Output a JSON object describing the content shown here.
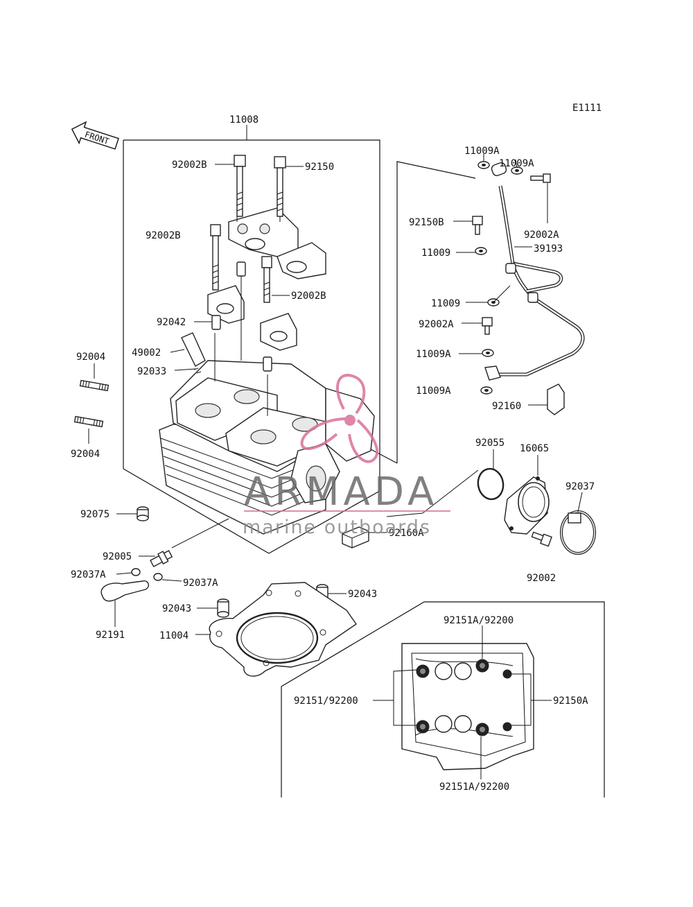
{
  "diagram_id": "E1111",
  "front_arrow": "FRONT",
  "watermark": {
    "brand": "ARMADA",
    "tagline": "marine outboards",
    "accent_color": "#d9719b"
  },
  "labels": {
    "l11008": "11008",
    "l92002B_top": "92002B",
    "l92150": "92150",
    "l92002B_mid": "92002B",
    "l92002B_low": "92002B",
    "l92042": "92042",
    "l49002": "49002",
    "l92033": "92033",
    "l92004_a": "92004",
    "l92004_b": "92004",
    "l92075": "92075",
    "l92005": "92005",
    "l92037A_l": "92037A",
    "l92037A_r": "92037A",
    "l92191": "92191",
    "l92043_l": "92043",
    "l92043_r": "92043",
    "l11004": "11004",
    "l92160A": "92160A",
    "l11009A_1": "11009A",
    "l11009A_2": "11009A",
    "l92150B": "92150B",
    "l92002A_top": "92002A",
    "l11009_1": "11009",
    "l39193": "39193",
    "l11009_2": "11009",
    "l92002A_mid": "92002A",
    "l11009A_3": "11009A",
    "l11009A_4": "11009A",
    "l92160": "92160",
    "l92055": "92055",
    "l16065": "16065",
    "l92037": "92037",
    "l92002": "92002",
    "l92151A_top": "92151A/92200",
    "l92151": "92151/92200",
    "l92150A": "92150A",
    "l92151A_bot": "92151A/92200"
  }
}
